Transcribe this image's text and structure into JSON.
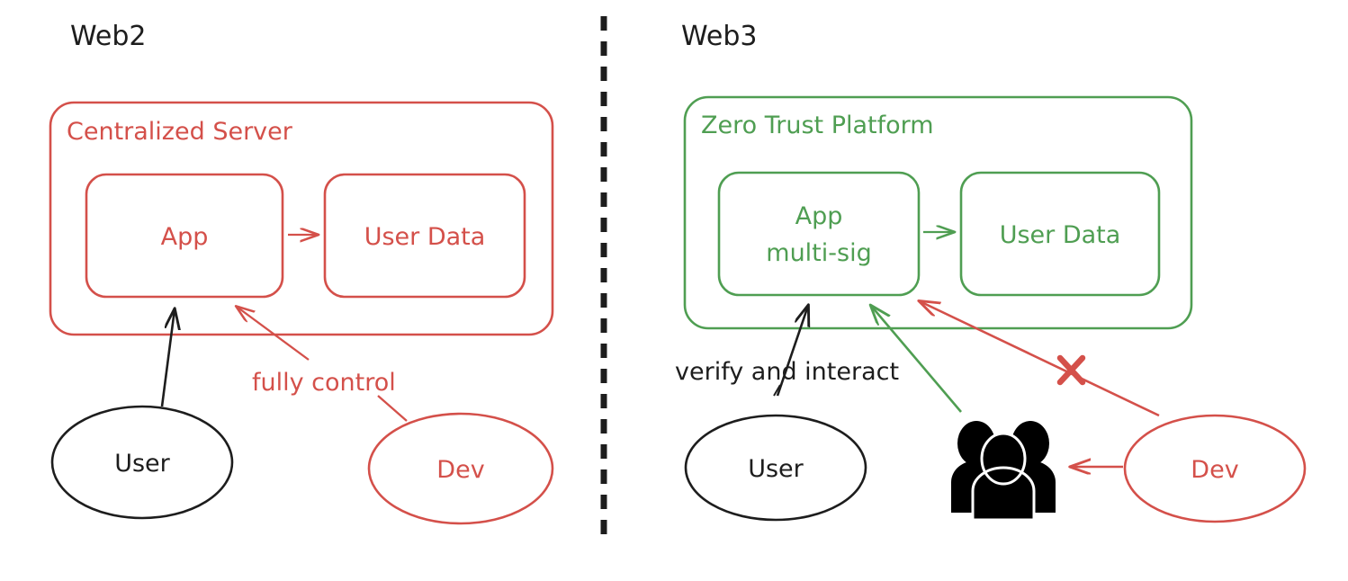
{
  "diagram": {
    "title_left": "Web2",
    "title_right": "Web3",
    "colors": {
      "red": "#d4504a",
      "green": "#4f9e52",
      "black": "#1d1d1d",
      "background": "#ffffff"
    },
    "divider": {
      "style": "dashed-vertical"
    }
  },
  "left_panel": {
    "title": "Web2",
    "group_label": "Centralized Server",
    "boxes": [
      {
        "label": "App"
      },
      {
        "label": "User Data"
      }
    ],
    "actors": [
      {
        "label": "User",
        "color": "black"
      },
      {
        "label": "Dev",
        "color": "red"
      }
    ],
    "annotations": [
      {
        "label": "fully control",
        "color": "red"
      }
    ],
    "edges": [
      {
        "from": "App",
        "to": "User Data",
        "color": "red",
        "label": ""
      },
      {
        "from": "User",
        "to": "App",
        "color": "black",
        "label": ""
      },
      {
        "from": "Dev",
        "to": "App",
        "color": "red",
        "label": "fully control"
      }
    ]
  },
  "right_panel": {
    "title": "Web3",
    "group_label": "Zero Trust Platform",
    "boxes": [
      {
        "label_line1": "App",
        "label_line2": "multi-sig"
      },
      {
        "label_line1": "User Data",
        "label_line2": ""
      }
    ],
    "actors": [
      {
        "label": "User",
        "color": "black"
      },
      {
        "label": "Dev",
        "color": "red"
      },
      {
        "label": "",
        "icon": "people-group-icon",
        "color": "black"
      }
    ],
    "annotations": [
      {
        "label": "verify and interact",
        "color": "black"
      },
      {
        "label": "X",
        "color": "red",
        "meaning": "blocked"
      }
    ],
    "edges": [
      {
        "from": "App multi-sig",
        "to": "User Data",
        "color": "green",
        "label": ""
      },
      {
        "from": "User",
        "to": "App multi-sig",
        "color": "black",
        "label": "verify and interact"
      },
      {
        "from": "people-group",
        "to": "App multi-sig",
        "color": "green",
        "label": ""
      },
      {
        "from": "Dev",
        "to": "App multi-sig",
        "color": "red",
        "label": "",
        "blocked": true
      },
      {
        "from": "Dev",
        "to": "people-group",
        "color": "red",
        "label": ""
      }
    ]
  }
}
